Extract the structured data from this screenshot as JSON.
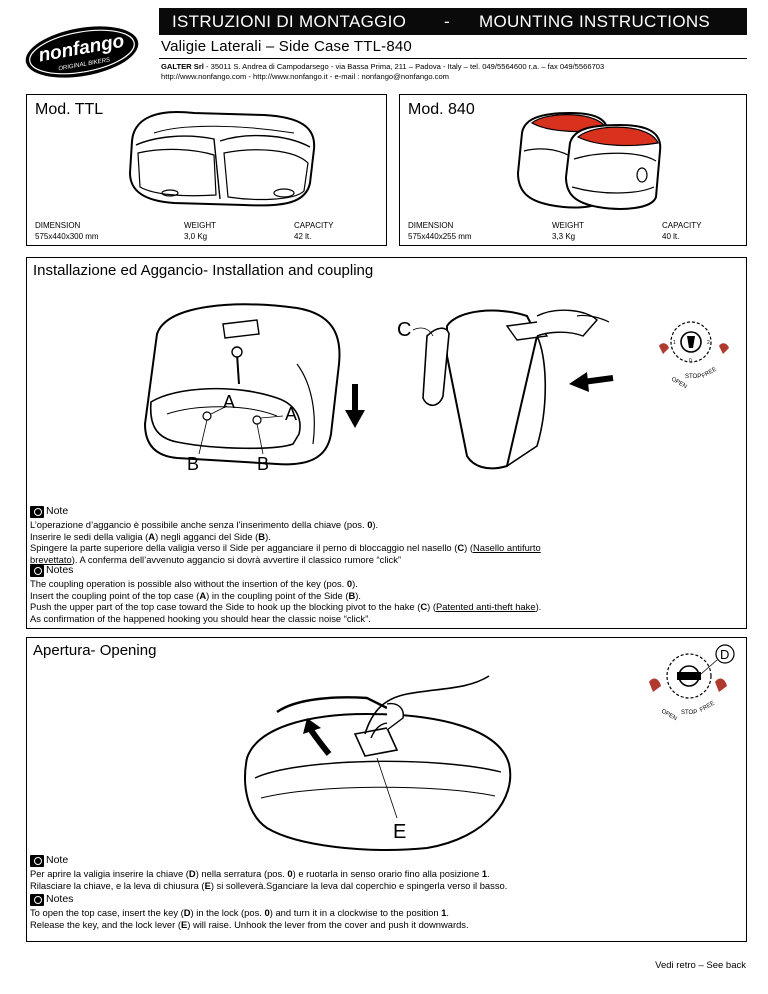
{
  "logo": {
    "brand": "nonfango",
    "tagline": "ORIGINAL BIKERS"
  },
  "header": {
    "title_it": "ISTRUZIONI DI MONTAGGIO",
    "title_sep": "-",
    "title_en": "MOUNTING INSTRUCTIONS",
    "subtitle": "Valigie Laterali – Side Case TTL-840",
    "company_name": "GALTER Srl",
    "company_address": " - 35011 S. Andrea di Campodarsego - via Bassa Prima, 211  –  Padova  -  Italy  –  tel. 049/5564600 r.a.  –  fax 049/5566703",
    "company_web": "http://www.nonfango.com  -  http://www.nonfango.it  -  e-mail  :  nonfango@nonfango.com"
  },
  "models": [
    {
      "title": "Mod. TTL",
      "dimension_label": "DIMENSION",
      "dimension": "575x440x300 mm",
      "weight_label": "WEIGHT",
      "weight": "3,0 Kg",
      "capacity_label": "CAPACITY",
      "capacity": "42 lt."
    },
    {
      "title": "Mod. 840",
      "dimension_label": "DIMENSION",
      "dimension": "575x440x255 mm",
      "weight_label": "WEIGHT",
      "weight": "3,3 Kg",
      "capacity_label": "CAPACITY",
      "capacity": "40 lt."
    }
  ],
  "installation": {
    "title": "Installazione ed Aggancio- Installation and coupling",
    "labels": {
      "a1": "A",
      "a2": "A",
      "b1": "B",
      "b2": "B",
      "c": "C"
    },
    "dial": {
      "open": "OPEN",
      "stop": "STOP",
      "free": "FREE",
      "pos0": "0",
      "pos1": "1",
      "pos2": "2"
    },
    "note_it_head": "Note",
    "note_it": {
      "l1": "L’operazione d’aggancio è possibile anche senza l’inserimento della chiave (pos. ",
      "l1_b": "0",
      "l1_end": ").",
      "l2a": "Inserire le sedi della valigia (",
      "l2_A": "A",
      "l2b": ") negli agganci del Side (",
      "l2_B": "B",
      "l2_end": ").",
      "l3a": "Spingere la parte superiore della valigia verso il Side per agganciare il perno di bloccaggio nel nasello (",
      "l3_C": "C",
      "l3b": ") (",
      "l3_u1": "Nasello antifurto",
      "l4_u2": "brevettato",
      "l4_end": "). A conferma dell’avvenuto aggancio si dovrà avvertire il classico rumore “click”"
    },
    "note_en_head": "Notes",
    "note_en": {
      "l1": "The coupling operation is possible also without the insertion of the key (pos. ",
      "l1_b": "0",
      "l1_end": ").",
      "l2a": "Insert the coupling point of the top case (",
      "l2_A": "A",
      "l2b": ") in the coupling point of the Side (",
      "l2_B": "B",
      "l2_end": ").",
      "l3a": "Push the upper part of the top case toward the Side to hook up the blocking pivot to the hake (",
      "l3_C": "C",
      "l3b": ") (",
      "l3_u": "Patented anti-theft hake",
      "l3_end": ").",
      "l4": "As confirmation of the happened hooking you should hear the classic noise “click”."
    }
  },
  "opening": {
    "title": "Apertura- Opening",
    "labels": {
      "d": "D",
      "e": "E"
    },
    "dial": {
      "open": "OPEN",
      "stop": "STOP",
      "free": "FREE"
    },
    "note_it_head": "Note",
    "note_it": {
      "l1a": "Per aprire la valigia inserire la chiave (",
      "l1_D": "D",
      "l1b": ") nella serratura (pos. ",
      "l1_0": "0",
      "l1c": ") e ruotarla in senso orario fino alla posizione ",
      "l1_1": "1",
      "l1_end": ".",
      "l2a": "Rilasciare la chiave, e la leva di chiusura (",
      "l2_E": "E",
      "l2b": ") si solleverà.Sganciare la leva dal coperchio e spingerla verso il basso."
    },
    "note_en_head": "Notes",
    "note_en": {
      "l1a": "To open the top case, insert the key (",
      "l1_D": "D",
      "l1b": ") in the lock (pos. ",
      "l1_0": "0",
      "l1c": ") and turn it in a clockwise to the position ",
      "l1_1": "1",
      "l1_end": ".",
      "l2a": "Release the key, and the lock lever (",
      "l2_E": "E",
      "l2b": ") will raise. Unhook the lever from the cover and push it downwards."
    }
  },
  "footer": {
    "text": "Vedi retro – See back"
  },
  "colors": {
    "title_bar": "#0a0a0a",
    "lid_red": "#d8321f"
  }
}
